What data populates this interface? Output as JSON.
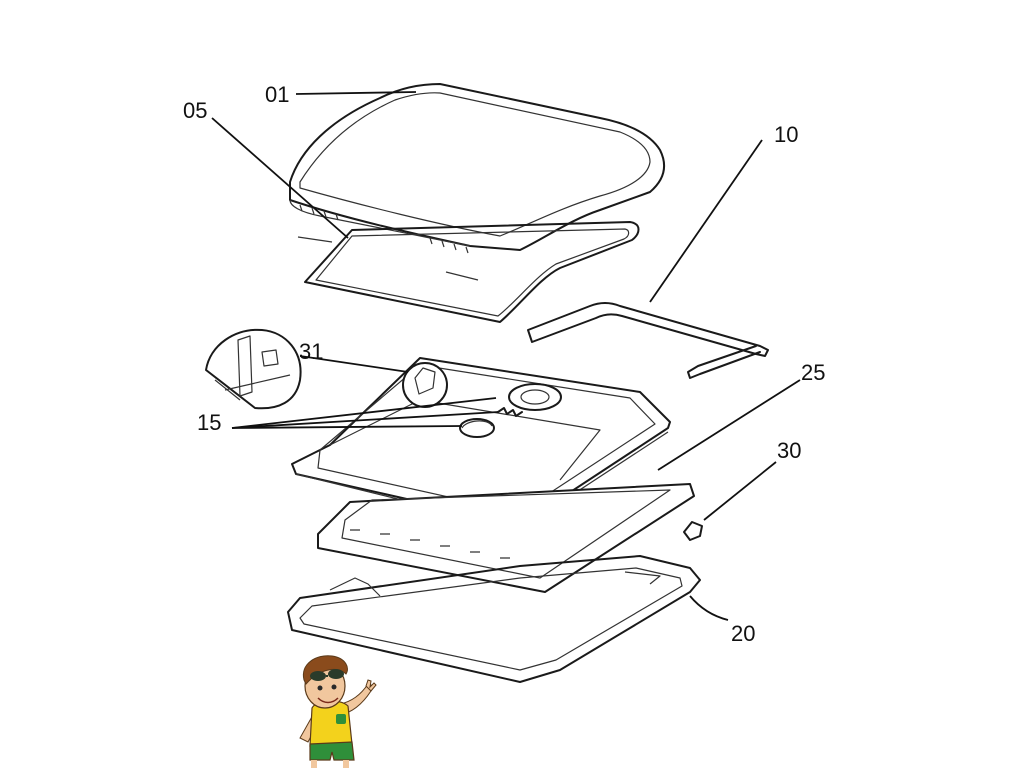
{
  "diagram": {
    "callouts": [
      {
        "id": "01",
        "text": "01"
      },
      {
        "id": "05",
        "text": "05"
      },
      {
        "id": "10",
        "text": "10"
      },
      {
        "id": "31",
        "text": "31"
      },
      {
        "id": "15",
        "text": "15"
      },
      {
        "id": "25",
        "text": "25"
      },
      {
        "id": "30",
        "text": "30"
      },
      {
        "id": "20",
        "text": "20"
      }
    ]
  },
  "mascot": {
    "icon": "cartoon-boy-waving-mascot"
  },
  "colors": {
    "line": "#1a1a1a",
    "background": "#ffffff",
    "mascot_shirt": "#f3d21c",
    "mascot_shorts": "#2f8f3a"
  }
}
